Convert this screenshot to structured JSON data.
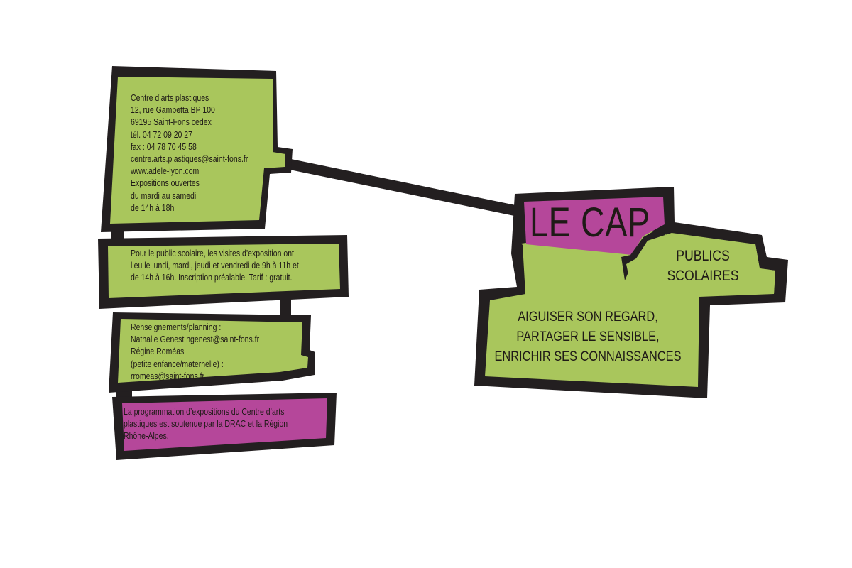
{
  "colors": {
    "green": "#a9c65c",
    "magenta": "#b5479a",
    "outline": "#231f20",
    "text": "#1f1a17"
  },
  "contact_box": {
    "lines": [
      "Centre d’arts plastiques",
      "12, rue Gambetta BP 100",
      "69195 Saint-Fons cedex",
      "tél. 04 72 09 20 27",
      "fax : 04 78 70 45 58",
      "centre.arts.plastiques@saint-fons.fr",
      "www.adele-lyon.com",
      "Expositions ouvertes",
      "du mardi au samedi",
      "de 14h à 18h"
    ]
  },
  "school_box": {
    "lines": [
      "Pour le public scolaire, les visites d’exposition ont",
      "lieu le lundi, mardi, jeudi et vendredi de 9h à 11h et",
      "de 14h à 16h. Inscription préalable. Tarif : gratuit."
    ]
  },
  "info_box": {
    "lines": [
      "Renseignements/planning :",
      "Nathalie Genest ngenest@saint-fons.fr",
      "Régine Roméas",
      "(petite enfance/maternelle) :",
      "rromeas@saint-fons.fr"
    ]
  },
  "support_box": {
    "lines": [
      "La programmation d’expositions du Centre d’arts",
      "plastiques est soutenue par la DRAC et la Région",
      "Rhône-Alpes."
    ]
  },
  "cap_box": {
    "title": "LE CAP",
    "subtitle_lines": [
      "PUBLICS",
      "SCOLAIRES"
    ],
    "tagline_lines": [
      "AIGUISER SON REGARD,",
      "PARTAGER LE SENSIBLE,",
      "ENRICHIR SES CONNAISSANCES"
    ]
  }
}
